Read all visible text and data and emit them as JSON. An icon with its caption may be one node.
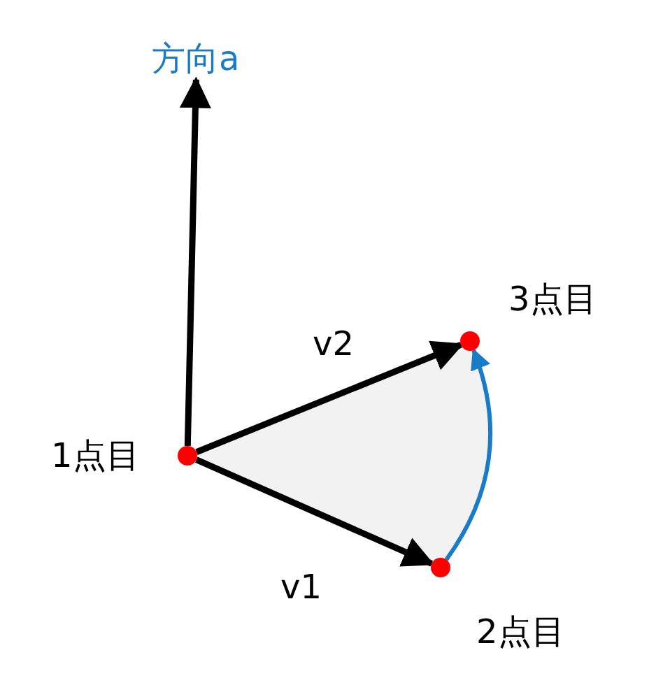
{
  "diagram": {
    "nodes": [
      {
        "text": [
          "方向a"
        ]
      },
      {
        "text": [],
        "shape": "circle",
        "beside": [
          "3点目"
        ]
      },
      {
        "text": [],
        "shape": "circle",
        "beside": [
          "1点目"
        ]
      },
      {
        "text": [],
        "shape": "circle",
        "beside": [
          "2点目"
        ]
      }
    ],
    "edges": [
      {
        "from": 2,
        "to": 3,
        "arrow": "to",
        "label": "v1"
      },
      {
        "from": 2,
        "to": 1,
        "arrow": "to",
        "label": "v2"
      },
      {
        "from": 3,
        "to": 1,
        "arrow": "to",
        "color": "#1a7cc7"
      },
      {
        "from": 2,
        "to": 0,
        "arrow": "to"
      }
    ]
  }
}
